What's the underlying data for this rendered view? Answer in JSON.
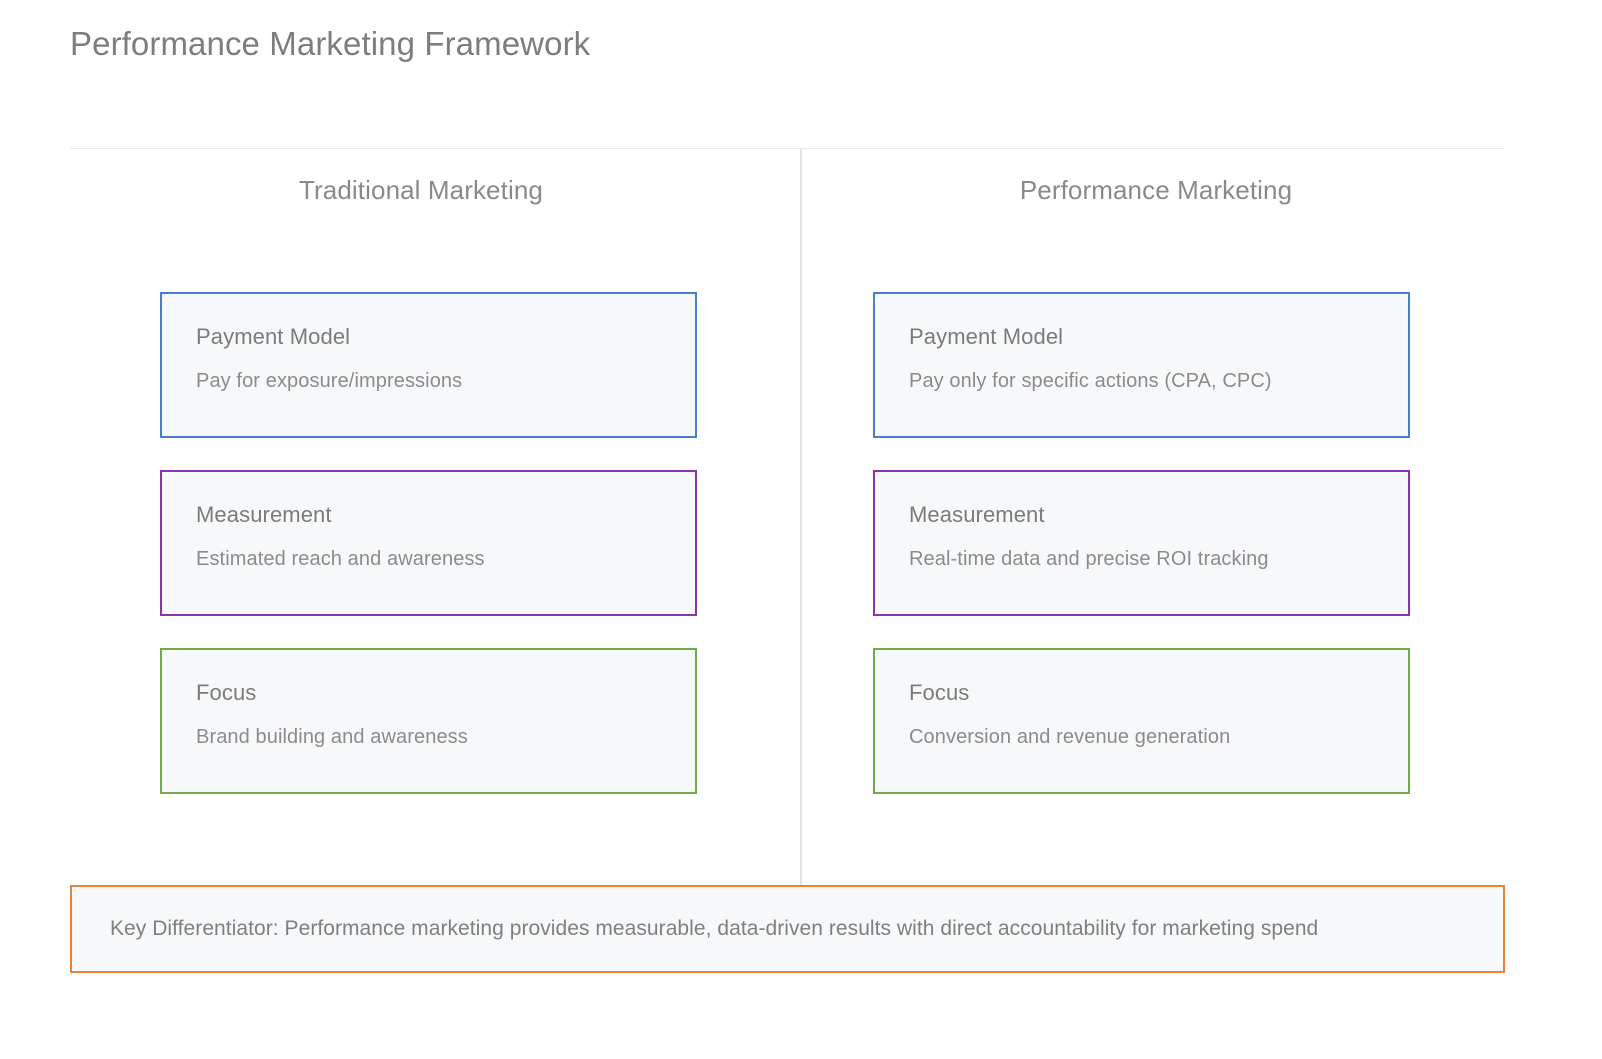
{
  "title": "Performance Marketing Framework",
  "colors": {
    "background": "#ffffff",
    "title_text": "#7d7d7d",
    "heading_text": "#8a8a8a",
    "card_fill": "#f6f8fa",
    "card_title_text": "#7b7b7b",
    "card_desc_text": "#8b8b8b",
    "divider": "#e4e4e4",
    "rule": "#e9e9e9",
    "accent_blue": "#4a7fc8",
    "accent_purple": "#8a34a8",
    "accent_green": "#72a94a",
    "accent_orange": "#e8833a"
  },
  "columns": [
    {
      "heading": "Traditional Marketing",
      "cards": [
        {
          "title": "Payment Model",
          "desc": "Pay for exposure/impressions",
          "accent": "blue"
        },
        {
          "title": "Measurement",
          "desc": "Estimated reach and awareness",
          "accent": "purple"
        },
        {
          "title": "Focus",
          "desc": "Brand building and awareness",
          "accent": "green"
        }
      ]
    },
    {
      "heading": "Performance Marketing",
      "cards": [
        {
          "title": "Payment Model",
          "desc": "Pay only for specific actions (CPA, CPC)",
          "accent": "blue"
        },
        {
          "title": "Measurement",
          "desc": "Real-time data and precise ROI tracking",
          "accent": "purple"
        },
        {
          "title": "Focus",
          "desc": "Conversion and revenue generation",
          "accent": "green"
        }
      ]
    }
  ],
  "key_banner": {
    "text": "Key Differentiator: Performance marketing provides measurable, data-driven results with direct accountability for marketing spend"
  }
}
